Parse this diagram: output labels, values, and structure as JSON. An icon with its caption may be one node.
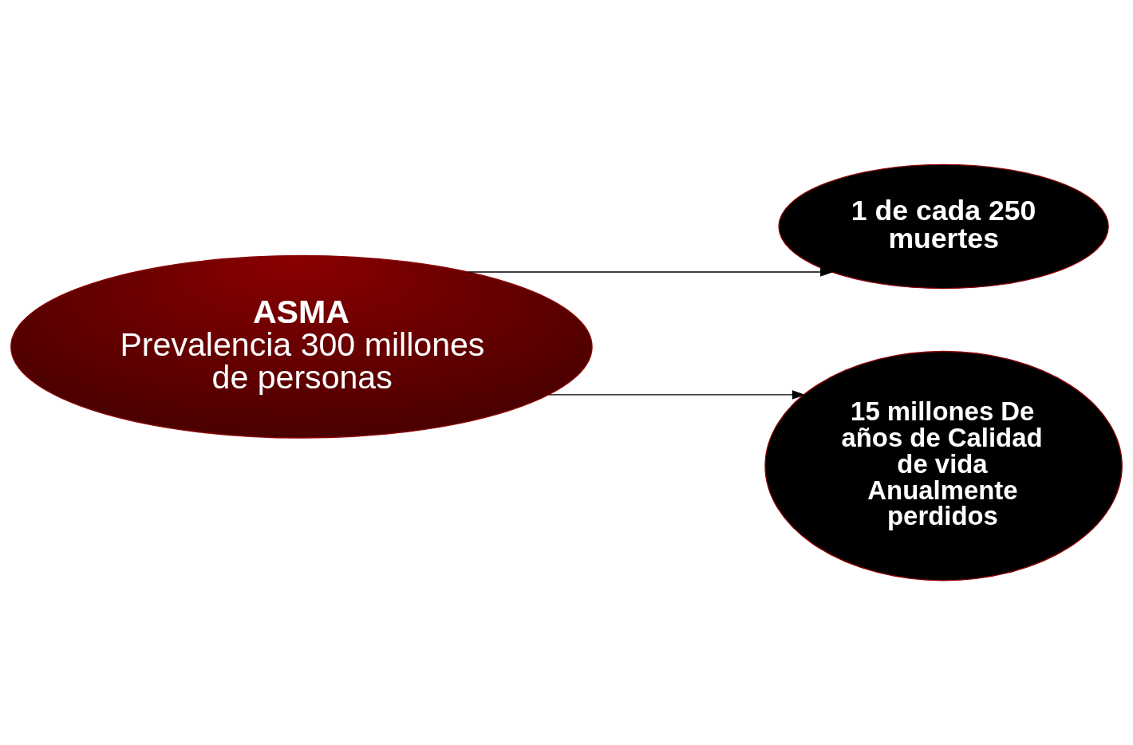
{
  "diagram": {
    "nodes": [
      {
        "text": [
          "ASMA",
          "Prevalencia 300 millones de personas"
        ]
      },
      {
        "text": [
          "1 de cada 250 muertes"
        ]
      },
      {
        "text": [
          "15 millones De años de Calidad de vida Anualmente perdidos"
        ]
      }
    ],
    "edges": [
      {
        "from": 0,
        "to": 1,
        "arrow": "to"
      },
      {
        "from": 0,
        "to": 2,
        "arrow": "to"
      }
    ]
  }
}
